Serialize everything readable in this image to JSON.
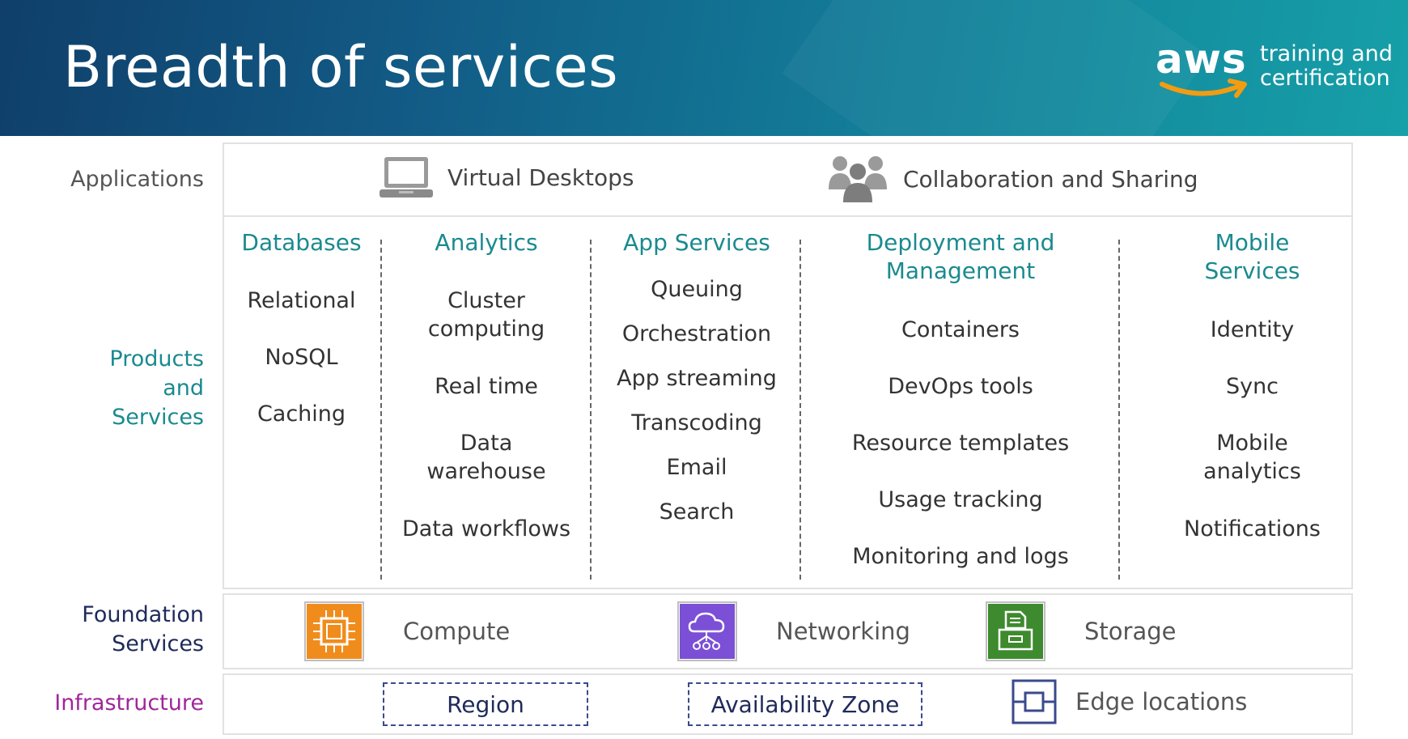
{
  "title": "Breadth of services",
  "brand": {
    "logo": "aws",
    "tagline_line1": "training and",
    "tagline_line2": "certification",
    "smile_color": "#f39c12"
  },
  "row_labels": {
    "applications": "Applications",
    "products": [
      "Products",
      "and",
      "Services"
    ],
    "foundation": [
      "Foundation",
      "Services"
    ],
    "infrastructure": "Infrastructure"
  },
  "applications": [
    {
      "icon": "laptop-icon",
      "label": "Virtual Desktops"
    },
    {
      "icon": "people-group-icon",
      "label": "Collaboration and Sharing"
    }
  ],
  "categories": [
    {
      "heading": [
        "Databases"
      ],
      "items": [
        [
          "Relational"
        ],
        [
          "NoSQL"
        ],
        [
          "Caching"
        ]
      ]
    },
    {
      "heading": [
        "Analytics"
      ],
      "items": [
        [
          "Cluster",
          "computing"
        ],
        [
          "Real time"
        ],
        [
          "Data",
          "warehouse"
        ],
        [
          "Data workflows"
        ]
      ]
    },
    {
      "heading": [
        "App Services"
      ],
      "items": [
        [
          "Queuing"
        ],
        [
          "Orchestration"
        ],
        [
          "App streaming"
        ],
        [
          "Transcoding"
        ],
        [
          "Email"
        ],
        [
          "Search"
        ]
      ]
    },
    {
      "heading": [
        "Deployment and",
        "Management"
      ],
      "items": [
        [
          "Containers"
        ],
        [
          "DevOps tools"
        ],
        [
          "Resource templates"
        ],
        [
          "Usage tracking"
        ],
        [
          "Monitoring and logs"
        ]
      ]
    },
    {
      "heading": [
        "Mobile",
        "Services"
      ],
      "items": [
        [
          "Identity"
        ],
        [
          "Sync"
        ],
        [
          "Mobile",
          "analytics"
        ],
        [
          "Notifications"
        ]
      ]
    }
  ],
  "foundation": [
    {
      "icon": "chip-icon",
      "label": "Compute",
      "color": "#f08c1c"
    },
    {
      "icon": "cloud-network-icon",
      "label": "Networking",
      "color": "#7b4fd6"
    },
    {
      "icon": "storage-icon",
      "label": "Storage",
      "color": "#3e8a2e"
    }
  ],
  "infrastructure": {
    "region": "Region",
    "availability_zone": "Availability Zone",
    "edge": {
      "icon": "edge-location-icon",
      "label": "Edge locations"
    }
  },
  "colors": {
    "heading": "#1a8a8f",
    "foundation_label": "#1f2a5a",
    "infrastructure_label": "#a0279a",
    "dashed_border": "#3a4a8c"
  }
}
